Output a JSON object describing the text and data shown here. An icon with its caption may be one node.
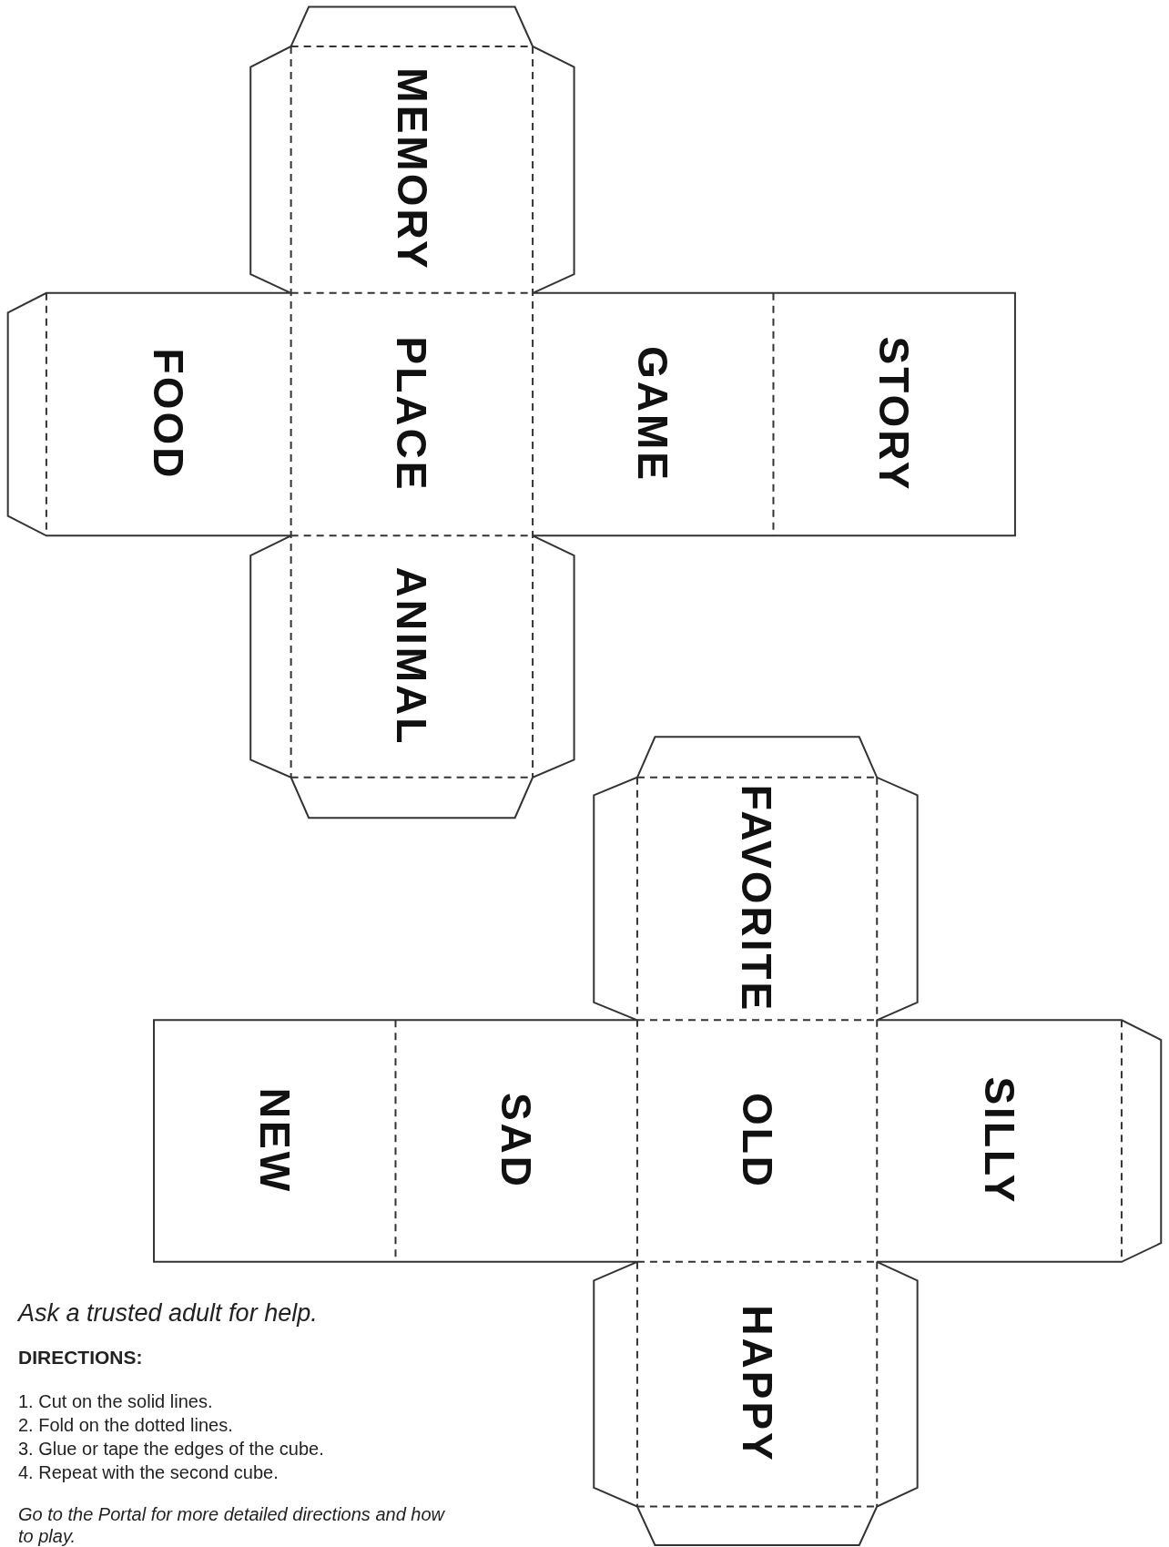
{
  "diagram": {
    "nodes": [
      {
        "text": [
          "MEMORY"
        ]
      },
      {
        "text": [
          "FOOD"
        ]
      },
      {
        "text": [
          "PLACE"
        ]
      },
      {
        "text": [
          "GAME"
        ]
      },
      {
        "text": [
          "STORY"
        ]
      },
      {
        "text": [
          "ANIMAL"
        ]
      },
      {
        "text": [
          "FAVORITE"
        ]
      },
      {
        "text": [
          "NEW"
        ]
      },
      {
        "text": [
          "SAD"
        ]
      },
      {
        "text": [
          "OLD"
        ]
      },
      {
        "text": [
          "SILLY"
        ]
      },
      {
        "text": [
          "HAPPY"
        ]
      }
    ],
    "labels": [
      "Ask a trusted adult for help.",
      "DIRECTIONS:",
      "1. Cut on the solid lines.",
      "2. Fold on the dotted lines.",
      "3. Glue or tape the edges of the cube.",
      "4. Repeat with the second cube.",
      "Go to the Portal for more detailed directions and how to play."
    ]
  }
}
